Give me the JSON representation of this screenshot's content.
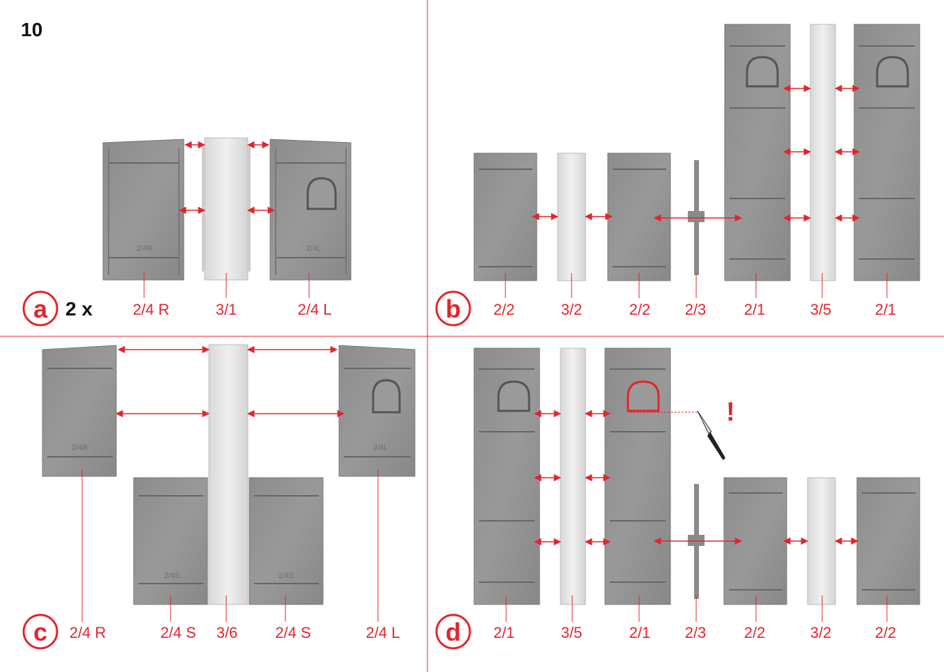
{
  "step_number": "10",
  "colors": {
    "accent": "#e3252b",
    "part_gray": "#8e8e8e",
    "part_light": "#e8e8e8",
    "text": "#111111"
  },
  "panels": {
    "a": {
      "letter": "a",
      "multiplier": "2 x",
      "labels": [
        "2/4 R",
        "3/1",
        "2/4 L"
      ],
      "embossed": [
        "2/4R",
        "2/4L"
      ]
    },
    "b": {
      "letter": "b",
      "labels": [
        "2/2",
        "3/2",
        "2/2",
        "2/3",
        "2/1",
        "3/5",
        "2/1"
      ]
    },
    "c": {
      "letter": "c",
      "labels": [
        "2/4 R",
        "2/4 S",
        "3/6",
        "2/4 S",
        "2/4 L"
      ],
      "embossed": [
        "2/4R",
        "2/4S",
        "2/4S",
        "2/4L"
      ]
    },
    "d": {
      "letter": "d",
      "labels": [
        "2/1",
        "3/5",
        "2/1",
        "2/3",
        "2/2",
        "3/2",
        "2/2"
      ],
      "warning": "!"
    }
  }
}
